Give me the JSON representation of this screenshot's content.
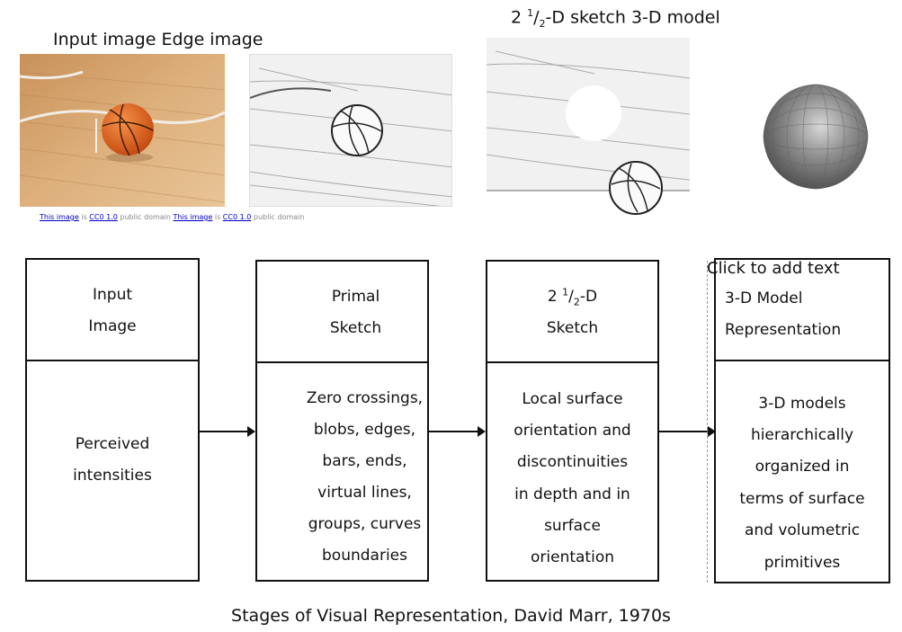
{
  "top": {
    "label_left": "Input image Edge image",
    "label_right_prefix": "2 ",
    "label_right_sup": "1",
    "label_right_sub": "2",
    "label_right_suffix": "-D sketch 3-D model"
  },
  "credits": {
    "c1_link": "This image",
    "c1_is": " is ",
    "c1_license": "CC0 1.0",
    "c1_domain": " public domain ",
    "c2_link": "This image",
    "c2_is": " is ",
    "c2_license": "CC0 1.0",
    "c2_domain": " public domain"
  },
  "stages": {
    "s1": {
      "head1": "Input",
      "head2": "Image",
      "body": [
        "Perceived",
        "intensities"
      ]
    },
    "s2": {
      "head1": "Primal",
      "head2": "Sketch",
      "body": [
        "Zero crossings,",
        "blobs, edges,",
        "bars, ends,",
        "virtual lines,",
        "groups, curves",
        "boundaries"
      ]
    },
    "s3": {
      "head1_prefix": "2 ",
      "head1_sup": "1",
      "head1_sub": "2",
      "head1_suffix": "-D",
      "head2": "Sketch",
      "body": [
        "Local surface",
        "orientation and",
        "discontinuities",
        "in depth and in",
        "surface",
        "orientation"
      ]
    },
    "s4": {
      "placeholder": "Click to add text",
      "head1": "3-D Model",
      "head2": "Representation",
      "body": [
        "3-D models",
        "hierarchically",
        "organized in",
        "terms of surface",
        "and volumetric",
        "primitives"
      ]
    }
  },
  "caption": "Stages of Visual Representation, David Marr, 1970s",
  "colors": {
    "ball": "#e8661f",
    "floor": "#d9a86c",
    "sphere": "#8a8a8a"
  }
}
